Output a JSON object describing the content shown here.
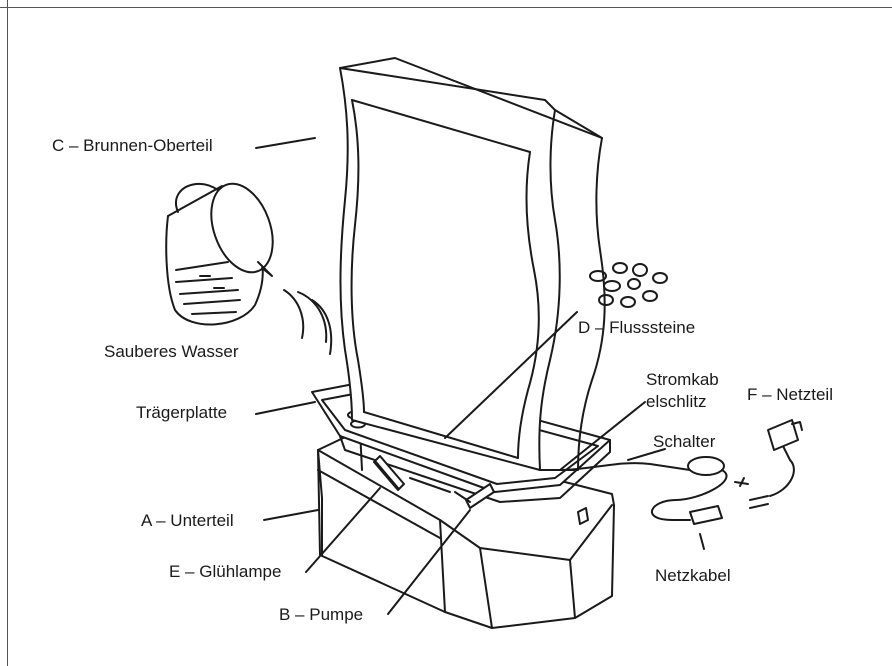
{
  "labels": {
    "c_top": "C – Brunnen-Oberteil",
    "water": "Sauberes Wasser",
    "d_stones": "D – Flusssteine",
    "cable_slot_1": "Stromkab",
    "cable_slot_2": "elschlitz",
    "f_adapter": "F – Netzteil",
    "switch": "Schalter",
    "tray": "Trägerplatte",
    "a_base": "A – Unterteil",
    "e_bulb": "E – Glühlampe",
    "b_pump": "B – Pumpe",
    "power_cord": "Netzkabel"
  },
  "colors": {
    "line": "#1a1a1a",
    "background": "#ffffff"
  }
}
